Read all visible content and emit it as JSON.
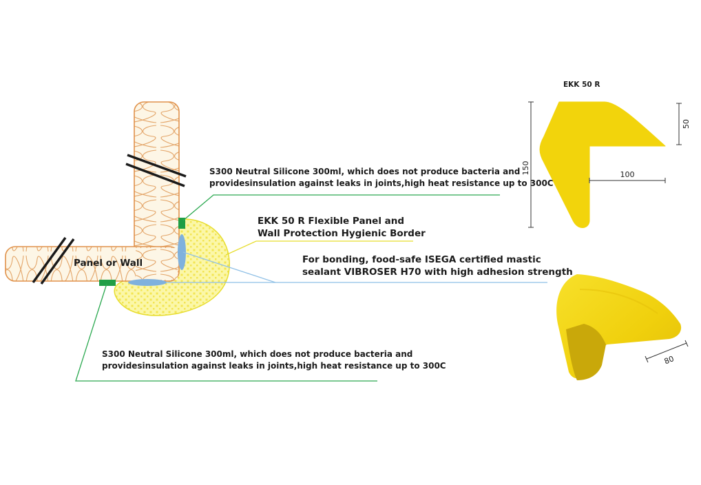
{
  "panel": {
    "label": "Panel or Wall"
  },
  "product_title": "EKK 50 R",
  "callouts": {
    "silicone_top": {
      "line1": "S300 Neutral Silicone 300ml, which does not produce bacteria and",
      "line2": "providesinsulation against leaks in joints,high heat resistance up to 300C"
    },
    "border": {
      "line1": "EKK 50 R Flexible Panel and",
      "line2": "Wall Protection Hygienic Border"
    },
    "mastic": {
      "line1": "For bonding, food-safe ISEGA certified mastic",
      "line2": "sealant VIBROSER H70 with high adhesion strength"
    },
    "silicone_bottom": {
      "line1": "S300 Neutral Silicone 300ml, which does not produce bacteria and",
      "line2": "providesinsulation against leaks in joints,high heat resistance up to 300C"
    }
  },
  "dimensions": {
    "height": "150",
    "arm": "100",
    "thickness": "50",
    "depth": "80"
  },
  "colors": {
    "profile_yellow": "#f2d40c",
    "profile_shadow": "#c9a80a",
    "insulation_outline": "#e0914a",
    "insulation_fill": "#fdf6e6",
    "silicone_green": "#1f9e45",
    "leader_green": "#2aa84f",
    "mastic_blue": "#7fb1dd",
    "leader_blue": "#8fc0e6",
    "border_fill": "#fbf59a"
  }
}
